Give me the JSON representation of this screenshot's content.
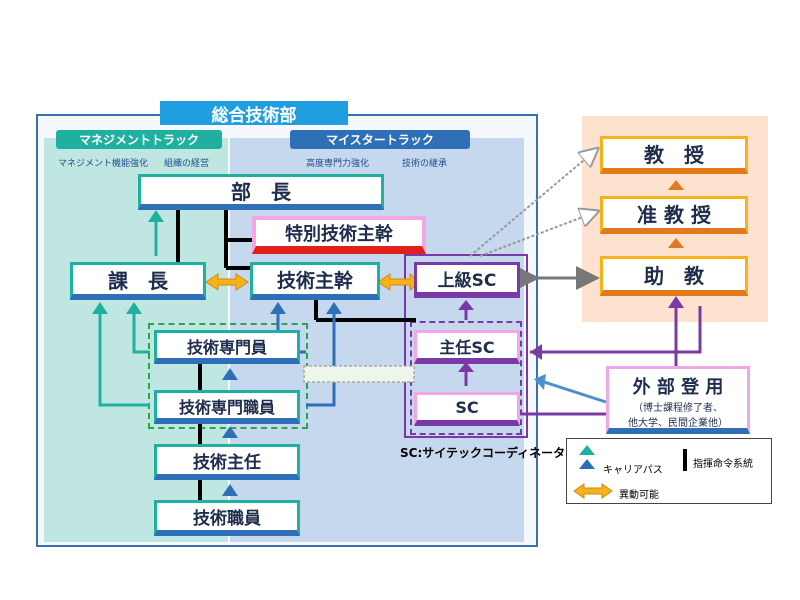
{
  "dept_title": "総合技術部",
  "tracks": {
    "management": {
      "label": "マネジメントトラック",
      "sub1": "マネジメント機能強化",
      "sub2": "組織の経営"
    },
    "meister": {
      "label": "マイスタートラック",
      "sub1": "高度専門力強化",
      "sub2": "技術の継承"
    }
  },
  "positions": {
    "bucho": "部　長",
    "tokubetsu": "特別技術主幹",
    "kacho": "課　長",
    "gijutsu_shukan": "技術主幹",
    "senmonin": "技術専門員",
    "senmon_shokuin": "技術専門職員",
    "shunin": "技術主任",
    "shokuin": "技術職員"
  },
  "sc": {
    "senior": "上級SC",
    "chief": "主任SC",
    "sc": "SC",
    "caption": "SC:サイテックコーディネーター"
  },
  "academic": {
    "professor": "教　授",
    "assoc_professor": "准 教 授",
    "assistant_professor": "助　教"
  },
  "external": {
    "title": "外 部 登 用",
    "desc_line1": "（博士課程修了者、",
    "desc_line2": "他大学、民間企業他）"
  },
  "legend": {
    "career_path": "キャリアパス",
    "command": "指揮命令系統",
    "transfer": "異動可能"
  },
  "colors": {
    "teal": "#20b0a0",
    "blue": "#2e6fb8",
    "purple": "#7a3aa5",
    "orange": "#f7b21a",
    "pink": "#f3a6e6",
    "red": "#e0201a"
  }
}
